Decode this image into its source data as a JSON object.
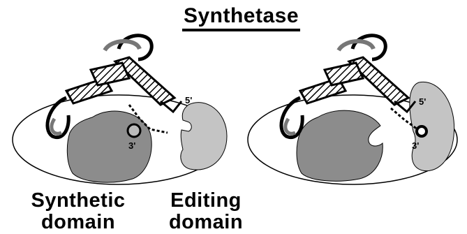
{
  "title": "Synthetase",
  "labels": {
    "synthetic_domain_line1": "Synthetic",
    "synthetic_domain_line2": "domain",
    "editing_domain_line1": "Editing",
    "editing_domain_line2": "domain",
    "five_prime": "5'",
    "three_prime": "3'"
  },
  "colors": {
    "synthetic_domain_fill": "#8c8c8c",
    "editing_domain_fill": "#c4c4c4",
    "outline": "#000000",
    "background": "#ffffff"
  }
}
